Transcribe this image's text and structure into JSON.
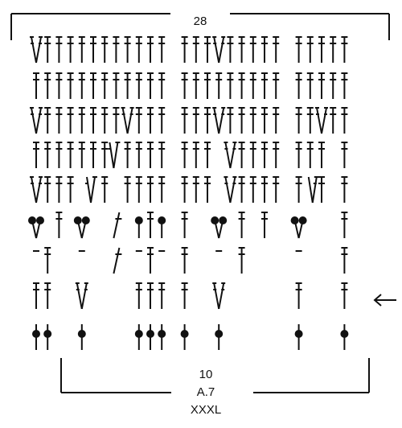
{
  "top_count": "28",
  "bottom_labels": {
    "count": "10",
    "diagram_id": "A.7",
    "size": "XXXL"
  },
  "row_arrow_icon": "left-arrow-icon",
  "symbol_legend": {
    "T": "treble-icon",
    "V": "inc-two-trebles-icon",
    "VL": "inc-two-trebles-left-icon",
    "VR": "inc-two-trebles-right-icon",
    "DT": "treble-with-dot-icon",
    "DV": "inc-two-trebles-with-dots-icon",
    "D": "chain-dot-stitch-icon",
    "CH": "chain-icon",
    "S": "slanted-treble-icon"
  },
  "rows": [
    [
      "V",
      "T",
      "T",
      "T",
      "T",
      "T",
      "T",
      "T",
      "T",
      "T",
      "T",
      "T",
      "_",
      "T",
      "T",
      "T",
      "V",
      "T",
      "T",
      "T",
      "T",
      "T",
      "_",
      "T",
      "T",
      "T",
      "T",
      "T"
    ],
    [
      "T",
      "T",
      "T",
      "T",
      "T",
      "T",
      "T",
      "T",
      "T",
      "T",
      "T",
      "T",
      "_",
      "T",
      "T",
      "T",
      "T",
      "T",
      "T",
      "T",
      "T",
      "T",
      "_",
      "T",
      "T",
      "T",
      "T",
      "T"
    ],
    [
      "V",
      "T",
      "T",
      "T",
      "T",
      "T",
      "T",
      "T",
      "V",
      "T",
      "T",
      "T",
      "_",
      "T",
      "T",
      "T",
      "V",
      "T",
      "T",
      "T",
      "T",
      "T",
      "_",
      "T",
      "T",
      "V",
      "T",
      "T"
    ],
    [
      "T",
      "T",
      "T",
      "T",
      "T",
      "T",
      "T",
      "VL",
      "T",
      "T",
      "T",
      "T",
      "_",
      "T",
      "T",
      "T",
      "_",
      "V",
      "T",
      "T",
      "T",
      "T",
      "_",
      "T",
      "T",
      "T",
      "_",
      "T"
    ],
    [
      "V",
      "T",
      "T",
      "T",
      "_",
      "VL",
      "T",
      "_",
      "T",
      "T",
      "T",
      "T",
      "_",
      "T",
      "T",
      "T",
      "_",
      "V",
      "T",
      "T",
      "T",
      "T",
      "_",
      "T",
      "VR",
      "T",
      "_",
      "T"
    ],
    [
      "DV",
      "_",
      "T",
      "_",
      "DV",
      "_",
      "_",
      "S",
      "_",
      "DT",
      "T",
      "DT",
      "_",
      "T",
      "_",
      "_",
      "DV",
      "_",
      "T",
      "_",
      "T",
      "_",
      "_",
      "DV",
      "_",
      "_",
      "_",
      "T"
    ],
    [
      "CH",
      "T",
      "_",
      "_",
      "CH",
      "_",
      "_",
      "S",
      "_",
      "CH",
      "T",
      "CH",
      "_",
      "T",
      "_",
      "_",
      "CH",
      "_",
      "T",
      "_",
      "_",
      "_",
      "_",
      "CH",
      "_",
      "_",
      "_",
      "T"
    ],
    [
      "T",
      "T",
      "_",
      "_",
      "V",
      "_",
      "_",
      "_",
      "_",
      "T",
      "T",
      "T",
      "_",
      "T",
      "_",
      "_",
      "V",
      "_",
      "_",
      "_",
      "_",
      "_",
      "_",
      "T",
      "_",
      "_",
      "_",
      "T"
    ],
    [
      "D",
      "D",
      "_",
      "_",
      "D",
      "_",
      "_",
      "_",
      "_",
      "D",
      "D",
      "D",
      "_",
      "D",
      "_",
      "_",
      "D",
      "_",
      "_",
      "_",
      "_",
      "_",
      "_",
      "D",
      "_",
      "_",
      "_",
      "D"
    ]
  ]
}
